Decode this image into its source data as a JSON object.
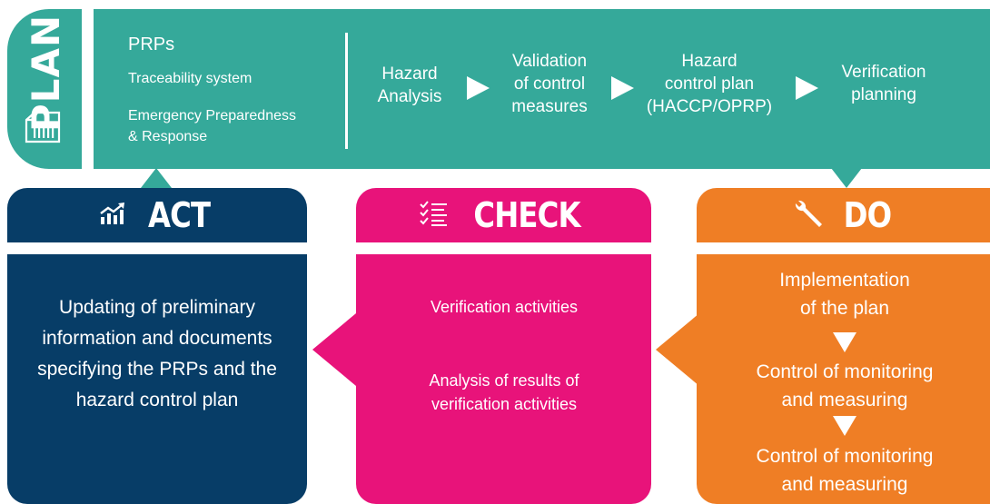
{
  "plan": {
    "label": "PLAN",
    "prps": {
      "title": "PRPs",
      "items": [
        "Traceability system",
        "Emergency Preparedness\n& Response"
      ]
    },
    "steps": [
      "Hazard\nAnalysis",
      "Validation\nof control\nmeasures",
      "Hazard\ncontrol plan\n(HACCP/OPRP)",
      "Verification\nplanning"
    ],
    "icon": "document-chart-icon"
  },
  "act": {
    "title": "ACT",
    "icon": "chart-trend-icon",
    "text": "Updating of preliminary information and documents specifying the PRPs and the hazard control plan"
  },
  "check": {
    "title": "CHECK",
    "icon": "checklist-icon",
    "items": [
      "Verification activities",
      "Analysis of results of\nverification activities"
    ]
  },
  "do": {
    "title": "DO",
    "icon": "wrench-icon",
    "items": [
      "Implementation\nof the plan",
      "Control of monitoring\nand measuring",
      "Control of monitoring\nand measuring"
    ]
  },
  "colors": {
    "plan": "#35a99a",
    "act": "#073d67",
    "check": "#e8137a",
    "do": "#ef7e25"
  }
}
